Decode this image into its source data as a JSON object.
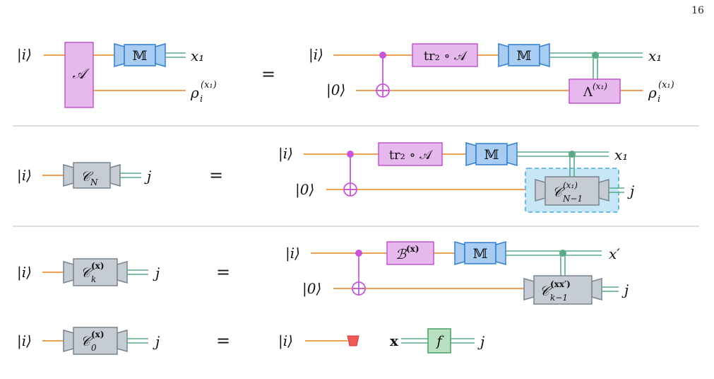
{
  "page_number": "16",
  "labels": {
    "ket_i": "|i⟩",
    "ket_0": "|0⟩",
    "equals": "=",
    "A": "𝒜",
    "M": "𝕄",
    "tr2A": "tr₂ ∘ 𝒜",
    "Lambda": "Λ",
    "Lambda_sup": "(x₁)",
    "rho": "ρ",
    "rho_sub": "i",
    "rho_sup": "(x₁)",
    "x1": "x₁",
    "j": "j",
    "CN": "𝒞",
    "CN_sub": "N",
    "CN1_sup": "(x₁)",
    "CN1_sub": "N−1",
    "Ck_sup": "(x)",
    "Ck_sub": "k",
    "B": "ℬ",
    "B_sup": "(x)",
    "xprime": "x′",
    "Ck1_sup": "(xx′)",
    "Ck1_sub": "k−1",
    "C0_sub": "0",
    "xbold": "x",
    "f": "f"
  },
  "colors": {
    "quantum_wire": "#f0a050",
    "classical_wire": "#5aaa88",
    "control": "#c855d8",
    "channel_fill": "#e6b8ee",
    "channel_stroke": "#c455d0",
    "measure_fill": "#a9cdf2",
    "measure_stroke": "#2f7fd0",
    "gray_fill": "#c5ccd3",
    "gray_stroke": "#7a838c",
    "highlight_fill": "#c7e7f7",
    "highlight_stroke": "#44aee0",
    "discard": "#ee5a58",
    "f_fill": "#b8e0c0",
    "f_stroke": "#4aa066",
    "separator": "#cccccc"
  }
}
